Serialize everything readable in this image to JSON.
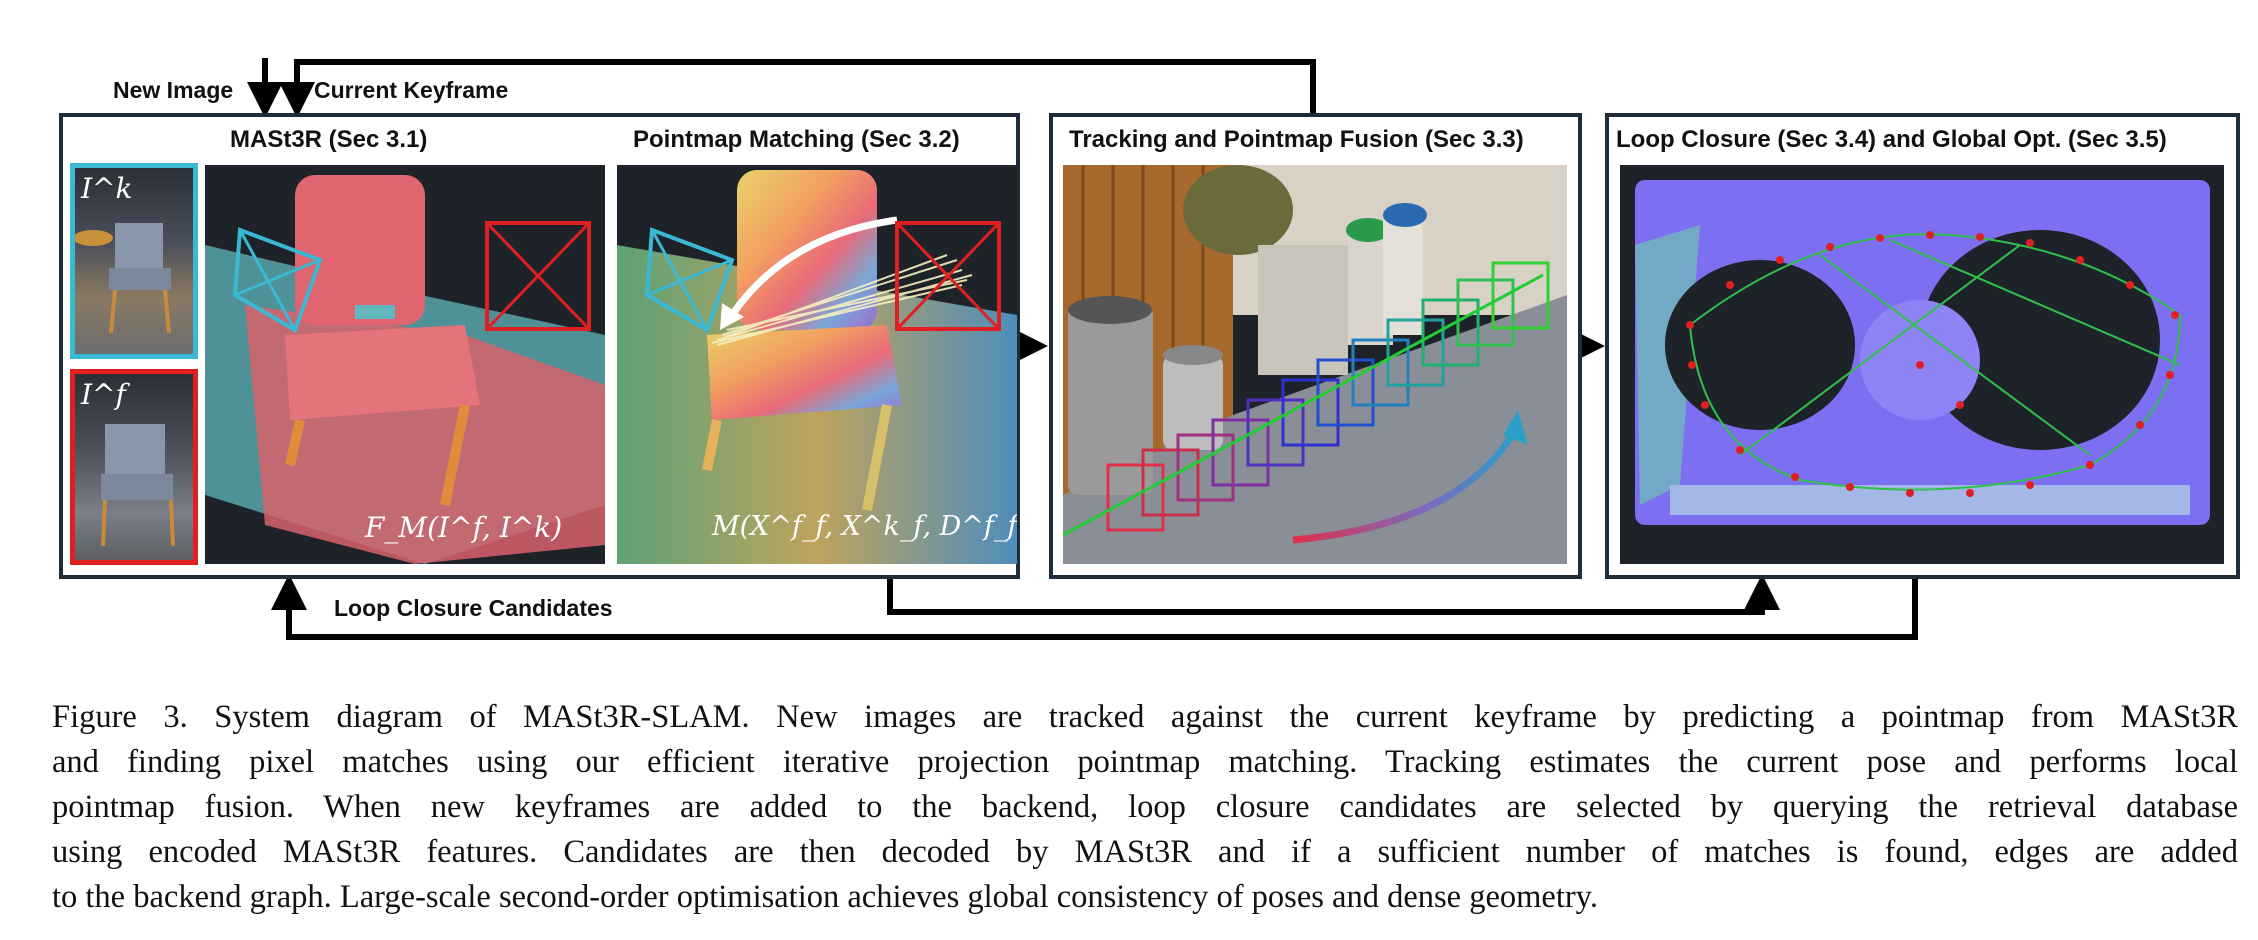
{
  "inputs": {
    "new_image": "New Image",
    "current_keyframe": "Current Keyframe"
  },
  "panels": {
    "mast3r": {
      "title": "MASt3R (Sec 3.1)",
      "formula": "F_M(I^f, I^k)"
    },
    "matching": {
      "title": "Pointmap Matching (Sec 3.2)",
      "formula": "M(X^f_f, X^k_f, D^f_f, D^k_f)"
    },
    "tracking": {
      "title": "Tracking and Pointmap Fusion (Sec 3.3)"
    },
    "loop": {
      "title": "Loop Closure (Sec 3.4) and Global Opt. (Sec 3.5)"
    }
  },
  "thumbnails": {
    "keyframe_label": "I^k",
    "frame_label": "I^f"
  },
  "loop_candidates": "Loop Closure Candidates",
  "caption": {
    "lines": [
      "Figure 3. System diagram of MASt3R-SLAM. New images are tracked against the current keyframe by predicting a pointmap from MASt3R",
      "and finding pixel matches using our efficient iterative projection pointmap matching. Tracking estimates the current pose and performs local",
      "pointmap fusion. When new keyframes are added to the backend, loop closure candidates are selected by querying the retrieval database",
      "using encoded MASt3R features. Candidates are then decoded by MASt3R and if a sufficient number of matches is found, edges are added",
      "to the backend graph. Large-scale second-order optimisation achieves global consistency of poses and dense geometry."
    ]
  },
  "colors": {
    "border": "#1f2d3a",
    "keyframe": "#3bb8d4",
    "frame": "#e02020",
    "background_dark": "#1e2329",
    "arrow": "#000000"
  }
}
